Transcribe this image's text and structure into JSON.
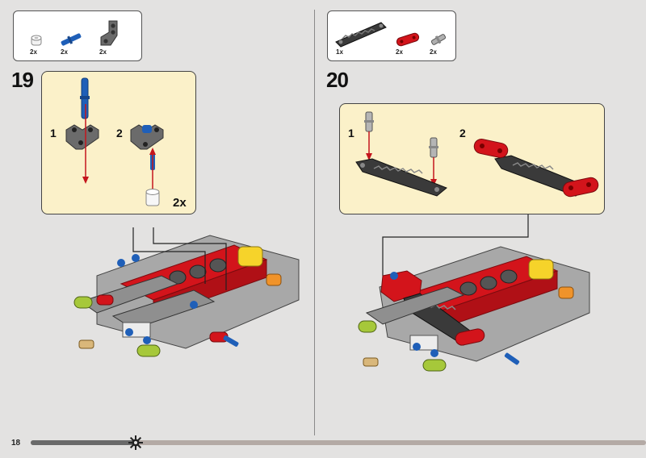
{
  "page_number": "18",
  "progress": 0.17,
  "colors": {
    "red": "#d3141b",
    "blue": "#1f5fb8",
    "dark_gray": "#3e3e3e",
    "light_gray": "#9d9d9d",
    "lime": "#a6c83a",
    "yellow": "#f6d32a",
    "orange": "#f0932a",
    "callout_bg": "#fbf1c9"
  },
  "step19": {
    "number": "19",
    "parts": [
      {
        "qty": "2x",
        "icon": "white-bushing-icon"
      },
      {
        "qty": "2x",
        "icon": "blue-axle-pin-icon"
      },
      {
        "qty": "2x",
        "icon": "gray-angled-beam-icon"
      }
    ],
    "callout": {
      "sub1": "1",
      "sub2": "2",
      "multiplier": "2x"
    }
  },
  "step20": {
    "number": "20",
    "parts": [
      {
        "qty": "1x",
        "icon": "black-gear-rack-icon"
      },
      {
        "qty": "2x",
        "icon": "red-beam-icon"
      },
      {
        "qty": "2x",
        "icon": "gray-pin-icon"
      }
    ],
    "callout": {
      "sub1": "1",
      "sub2": "2"
    }
  }
}
